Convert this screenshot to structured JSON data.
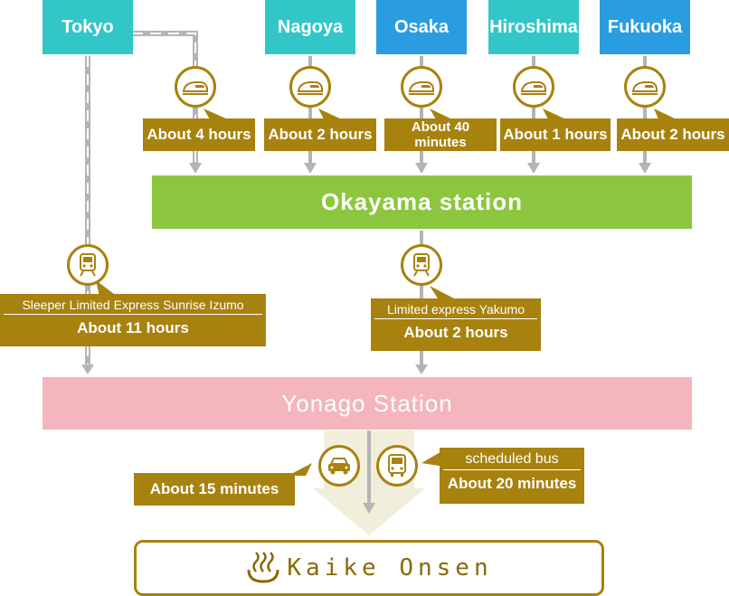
{
  "origins": [
    {
      "name": "Tokyo",
      "color": "#33c6c8"
    },
    {
      "name": "Nagoya",
      "color": "#33c6c8"
    },
    {
      "name": "Osaka",
      "color": "#2a9de0"
    },
    {
      "name": "Hiroshima",
      "color": "#33c6c8"
    },
    {
      "name": "Fukuoka",
      "color": "#2a9de0"
    }
  ],
  "shinkansen_times": [
    "About 4 hours",
    "About 2 hours",
    "About 40 minutes",
    "About 1 hours",
    "About 2 hours"
  ],
  "okayama": {
    "label": "Okayama station",
    "color": "#8cc63f"
  },
  "sunrise": {
    "service": "Sleeper Limited Express Sunrise Izumo",
    "time": "About 11 hours"
  },
  "yakumo": {
    "service": "Limited express Yakumo",
    "time": "About 2 hours"
  },
  "yonago": {
    "label": "Yonago Station",
    "color": "#f4b5bd"
  },
  "car": {
    "time": "About 15 minutes"
  },
  "bus": {
    "service": "scheduled bus",
    "time": "About 20 minutes"
  },
  "destination": {
    "label": "Kaike Onsen"
  },
  "colors": {
    "accent": "#a8820e",
    "line": "#b4b4b4"
  },
  "icons": [
    "shinkansen-icon",
    "train-icon",
    "car-icon",
    "bus-icon",
    "onsen-icon"
  ]
}
